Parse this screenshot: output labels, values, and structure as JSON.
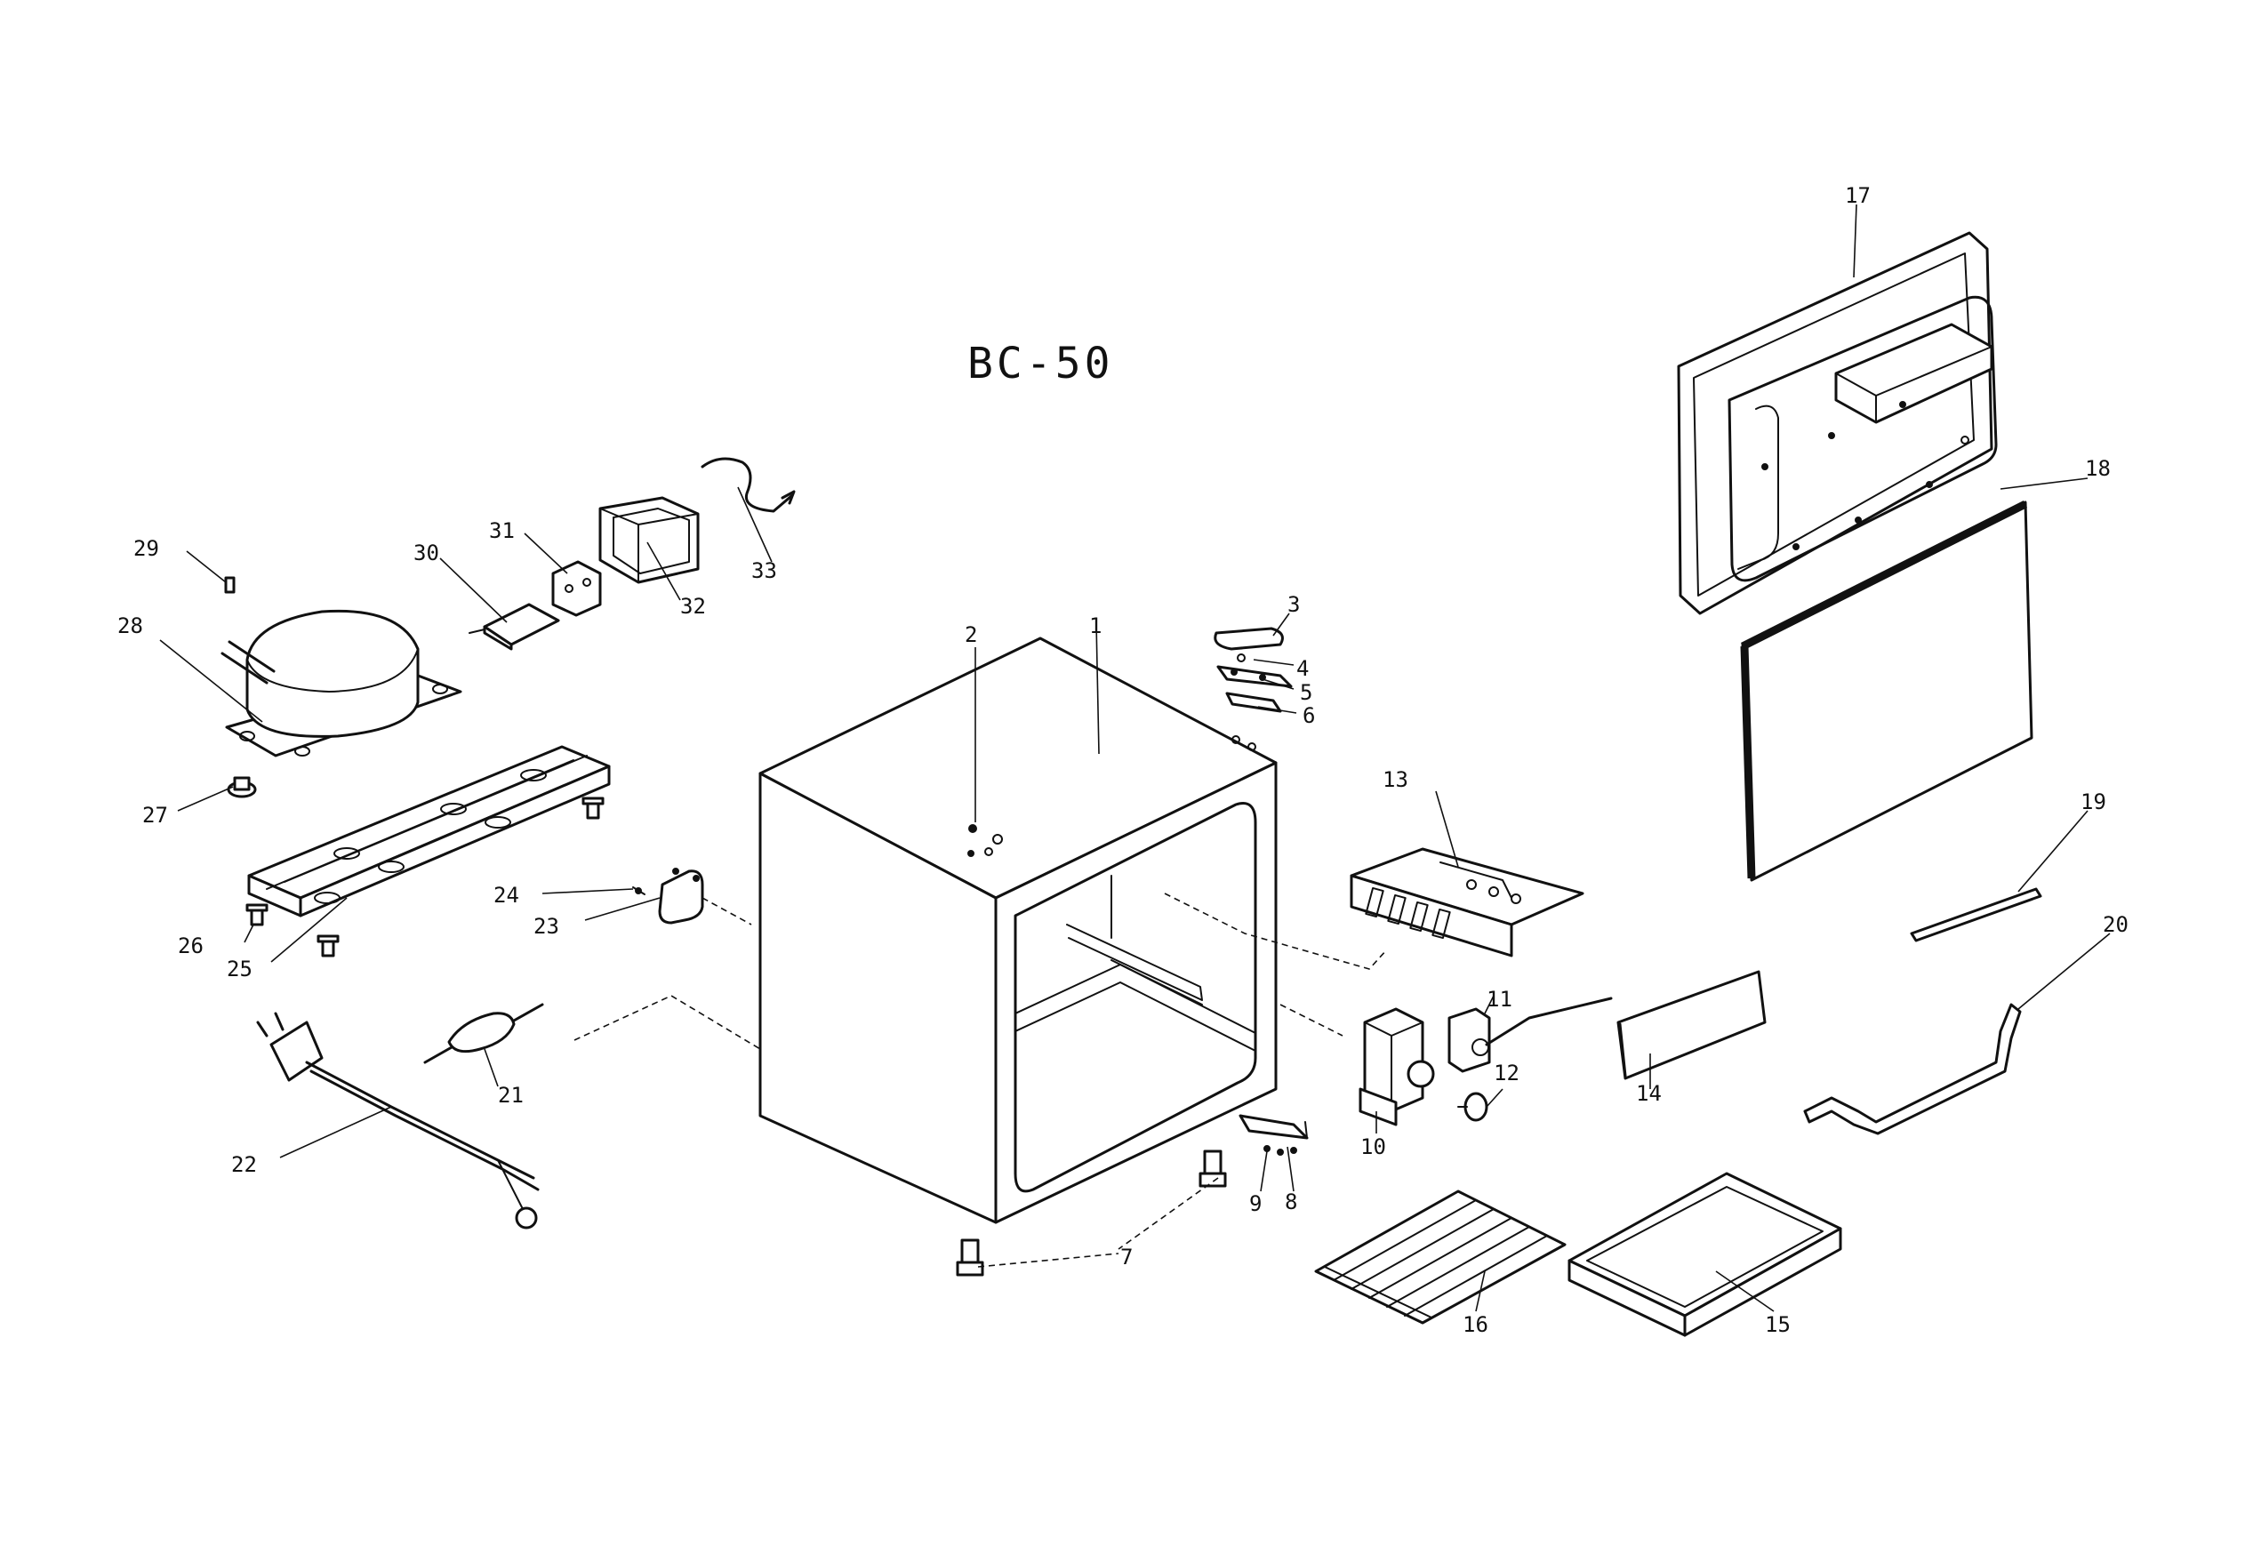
{
  "title": "BC-50",
  "labels": {
    "p1": "1",
    "p2": "2",
    "p3": "3",
    "p4": "4",
    "p5": "5",
    "p6": "6",
    "p7": "7",
    "p8": "8",
    "p9": "9",
    "p10": "10",
    "p11": "11",
    "p12": "12",
    "p13": "13",
    "p14": "14",
    "p15": "15",
    "p16": "16",
    "p17": "17",
    "p18": "18",
    "p19": "19",
    "p20": "20",
    "p21": "21",
    "p22": "22",
    "p23": "23",
    "p24": "24",
    "p25": "25",
    "p26": "26",
    "p27": "27",
    "p28": "28",
    "p29": "29",
    "p30": "30",
    "p31": "31",
    "p32": "32",
    "p33": "33"
  }
}
